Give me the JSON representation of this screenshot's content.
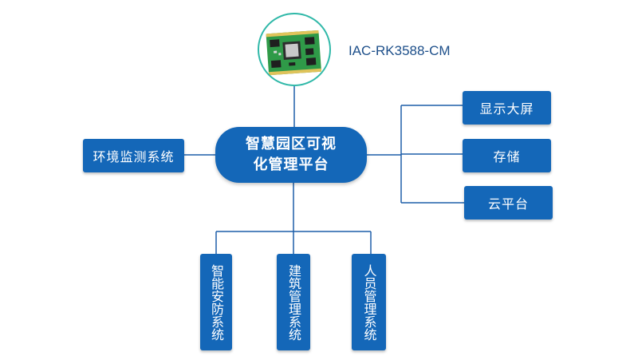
{
  "module": {
    "label": "IAC-RK3588-CM",
    "image_icon": "som-board-icon"
  },
  "center": {
    "line1": "智慧园区可视",
    "line2": "化管理平台"
  },
  "left": {
    "label": "环境监测系统"
  },
  "right": [
    {
      "label": "显示大屏"
    },
    {
      "label": "存储"
    },
    {
      "label": "云平台"
    }
  ],
  "bottom": [
    {
      "label": "智能安防系统"
    },
    {
      "label": "建筑管理系统"
    },
    {
      "label": "人员管理系统"
    }
  ],
  "colors": {
    "box": "#1467b8",
    "line": "#1d5ea8",
    "circle_border": "#2fb8a8",
    "board": "#2f9a48",
    "label_text": "#1d4f8a"
  }
}
